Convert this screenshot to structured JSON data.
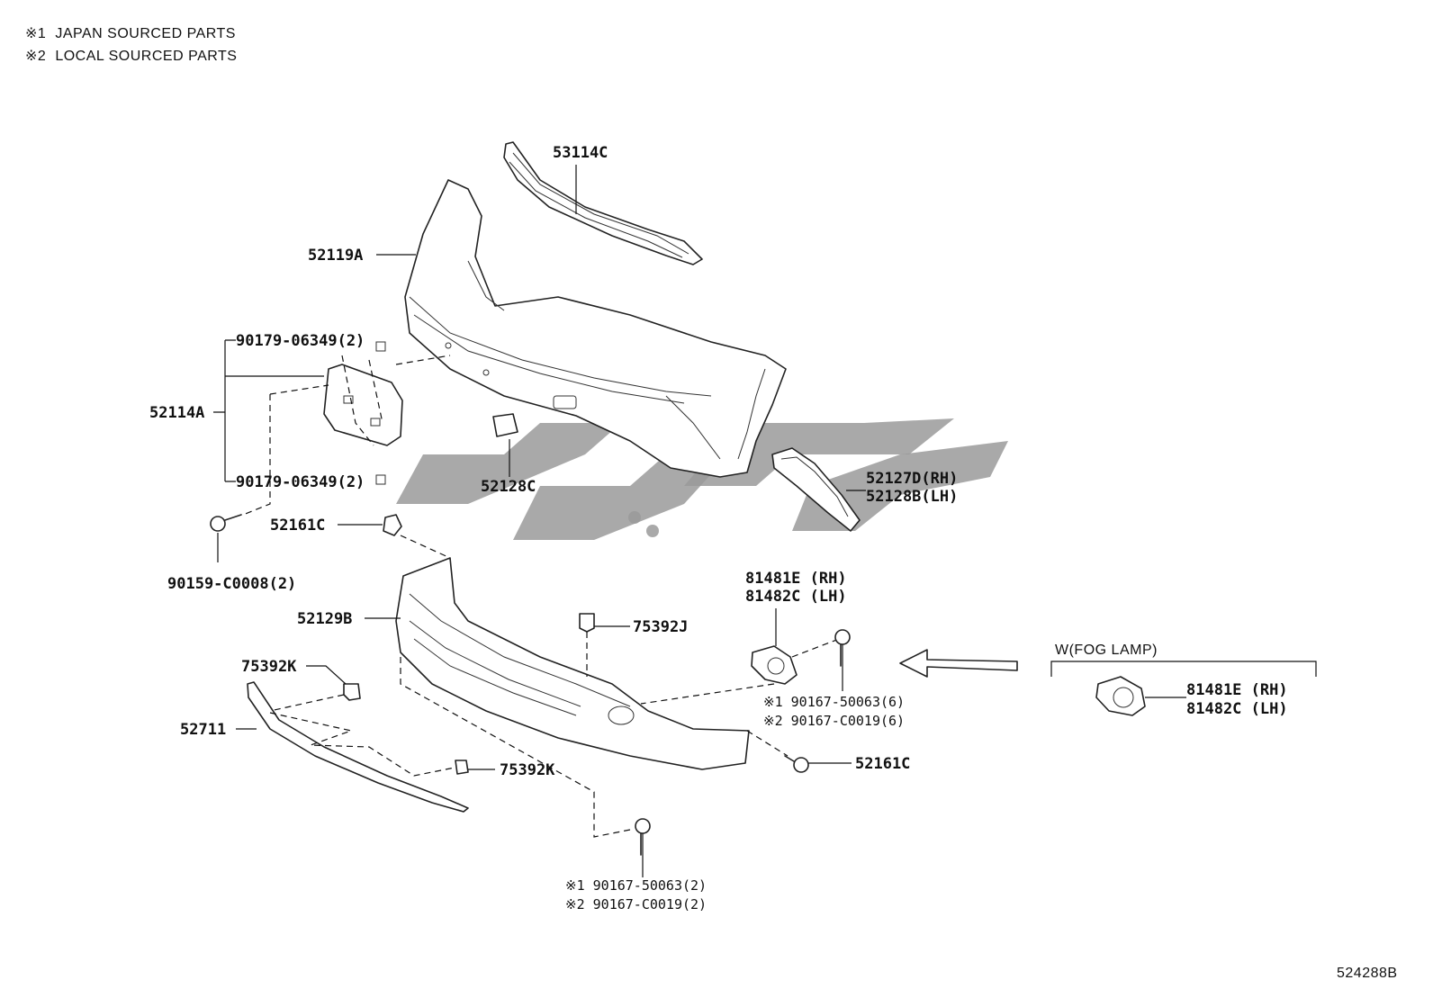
{
  "notes": [
    {
      "mark": "※1",
      "text": "JAPAN SOURCED PARTS"
    },
    {
      "mark": "※2",
      "text": "LOCAL SOURCED PARTS"
    }
  ],
  "labels": {
    "p53114C": "53114C",
    "p52119A": "52119A",
    "p90179_top": "90179-06349(2)",
    "p52114A": "52114A",
    "p90179_bot": "90179-06349(2)",
    "p52128C": "52128C",
    "p52127D": "52127D(RH)",
    "p52128B": "52128B(LH)",
    "p52161C_top": "52161C",
    "p90159": "90159-C0008(2)",
    "p81481E": "81481E (RH)",
    "p81482C": "81482C (LH)",
    "p52129B": "52129B",
    "p75392J": "75392J",
    "p75392K_top": "75392K",
    "p52711": "52711",
    "p75392K_bot": "75392K",
    "p90167_r1": "※1 90167-50063(6)",
    "p90167_r2": "※2 90167-C0019(6)",
    "p52161C_bot": "52161C",
    "p90167_b1": "※1 90167-50063(2)",
    "p90167_b2": "※2 90167-C0019(2)",
    "w_fog": "W(FOG LAMP)",
    "fog_81481E": "81481E (RH)",
    "fog_81482C": "81482C (LH)",
    "illustration_code": "524288B"
  }
}
